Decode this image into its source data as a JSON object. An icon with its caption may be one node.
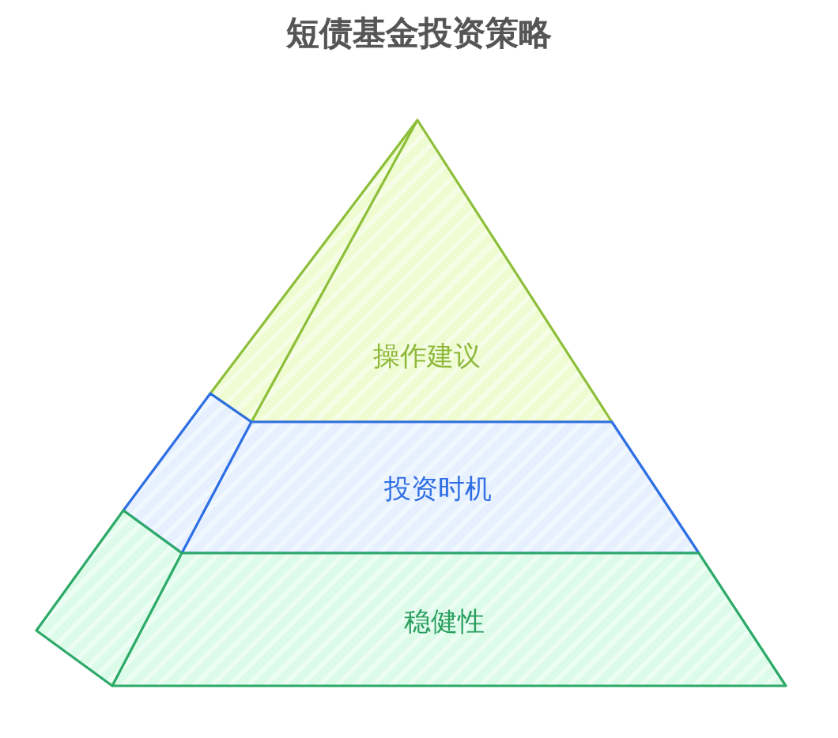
{
  "diagram": {
    "title": "短债基金投资策略",
    "nodes": [
      {
        "text": [
          "操作建议"
        ]
      },
      {
        "text": [
          "投资时机"
        ]
      },
      {
        "text": [
          "稳健性"
        ]
      }
    ]
  }
}
